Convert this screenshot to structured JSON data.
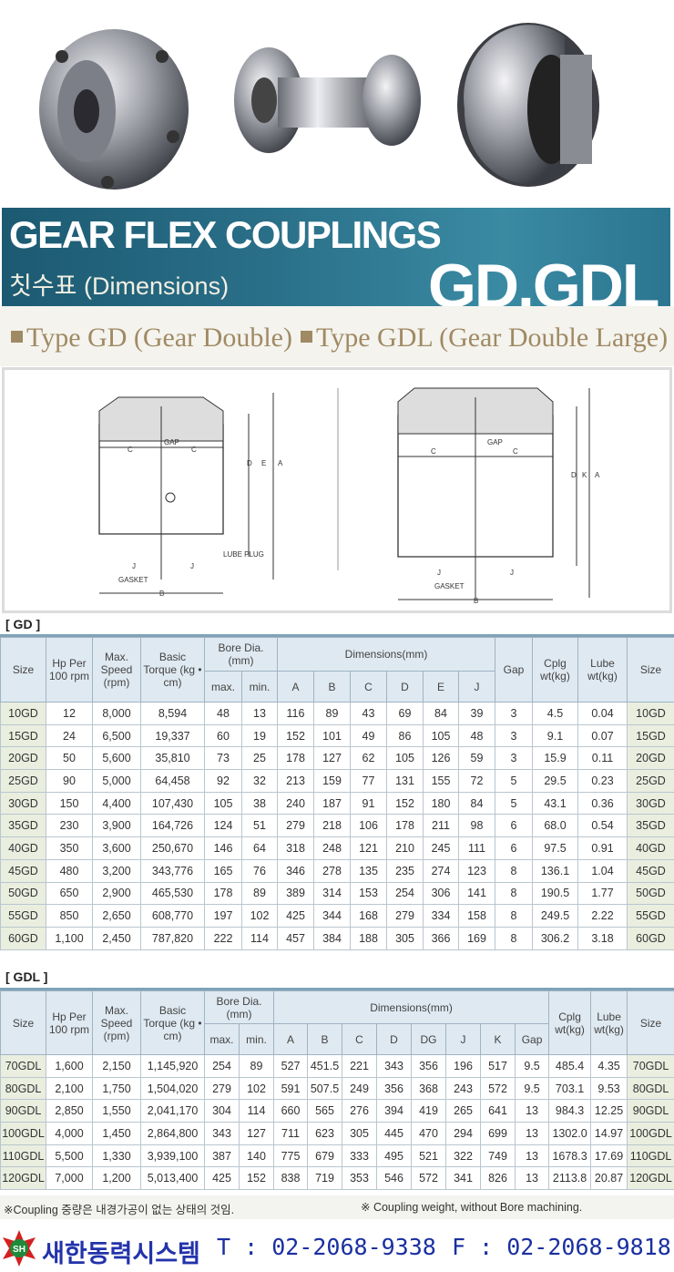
{
  "banner": {
    "title": "GEAR FLEX COUPLINGS",
    "subtitle": "칫수표 (Dimensions)",
    "model": "GD.GDL"
  },
  "types": [
    {
      "label": "Type GD (Gear Double)"
    },
    {
      "label": "Type GDL (Gear Double Large)"
    }
  ],
  "drawings": {
    "gd": {
      "gap": "GAP",
      "c": "C",
      "d": "D",
      "e": "E",
      "a": "A",
      "j": "J",
      "b": "B",
      "gasket": "GASKET",
      "lube_plug": "LUBE PLUG"
    },
    "gdl": {
      "gap": "GAP",
      "c": "C",
      "d": "D",
      "k": "K",
      "a": "A",
      "j": "J",
      "b": "B",
      "gasket": "GASKET"
    }
  },
  "gd": {
    "label": "[ GD ]",
    "headers": {
      "size": "Size",
      "hp": "Hp Per 100 rpm",
      "speed": "Max. Speed (rpm)",
      "torque": "Basic Torque (kg • cm)",
      "bore": "Bore Dia. (mm)",
      "max": "max.",
      "min": "min.",
      "dims": "Dimensions(mm)",
      "cols": [
        "A",
        "B",
        "C",
        "D",
        "E",
        "J"
      ],
      "gap": "Gap",
      "cplg": "Cplg wt(kg)",
      "lube": "Lube wt(kg)",
      "size2": "Size"
    },
    "rows": [
      [
        "10GD",
        "12",
        "8,000",
        "8,594",
        "48",
        "13",
        "116",
        "89",
        "43",
        "69",
        "84",
        "39",
        "3",
        "4.5",
        "0.04",
        "10GD"
      ],
      [
        "15GD",
        "24",
        "6,500",
        "19,337",
        "60",
        "19",
        "152",
        "101",
        "49",
        "86",
        "105",
        "48",
        "3",
        "9.1",
        "0.07",
        "15GD"
      ],
      [
        "20GD",
        "50",
        "5,600",
        "35,810",
        "73",
        "25",
        "178",
        "127",
        "62",
        "105",
        "126",
        "59",
        "3",
        "15.9",
        "0.11",
        "20GD"
      ],
      [
        "25GD",
        "90",
        "5,000",
        "64,458",
        "92",
        "32",
        "213",
        "159",
        "77",
        "131",
        "155",
        "72",
        "5",
        "29.5",
        "0.23",
        "25GD"
      ],
      [
        "30GD",
        "150",
        "4,400",
        "107,430",
        "105",
        "38",
        "240",
        "187",
        "91",
        "152",
        "180",
        "84",
        "5",
        "43.1",
        "0.36",
        "30GD"
      ],
      [
        "35GD",
        "230",
        "3,900",
        "164,726",
        "124",
        "51",
        "279",
        "218",
        "106",
        "178",
        "211",
        "98",
        "6",
        "68.0",
        "0.54",
        "35GD"
      ],
      [
        "40GD",
        "350",
        "3,600",
        "250,670",
        "146",
        "64",
        "318",
        "248",
        "121",
        "210",
        "245",
        "111",
        "6",
        "97.5",
        "0.91",
        "40GD"
      ],
      [
        "45GD",
        "480",
        "3,200",
        "343,776",
        "165",
        "76",
        "346",
        "278",
        "135",
        "235",
        "274",
        "123",
        "8",
        "136.1",
        "1.04",
        "45GD"
      ],
      [
        "50GD",
        "650",
        "2,900",
        "465,530",
        "178",
        "89",
        "389",
        "314",
        "153",
        "254",
        "306",
        "141",
        "8",
        "190.5",
        "1.77",
        "50GD"
      ],
      [
        "55GD",
        "850",
        "2,650",
        "608,770",
        "197",
        "102",
        "425",
        "344",
        "168",
        "279",
        "334",
        "158",
        "8",
        "249.5",
        "2.22",
        "55GD"
      ],
      [
        "60GD",
        "1,100",
        "2,450",
        "787,820",
        "222",
        "114",
        "457",
        "384",
        "188",
        "305",
        "366",
        "169",
        "8",
        "306.2",
        "3.18",
        "60GD"
      ]
    ]
  },
  "gdl": {
    "label": "[ GDL ]",
    "headers": {
      "size": "Size",
      "hp": "Hp Per 100 rpm",
      "speed": "Max. Speed (rpm)",
      "torque": "Basic Torque (kg • cm)",
      "bore": "Bore Dia. (mm)",
      "max": "max.",
      "min": "min.",
      "dims": "Dimensions(mm)",
      "cols": [
        "A",
        "B",
        "C",
        "D",
        "DG",
        "J",
        "K",
        "Gap"
      ],
      "cplg": "Cplg wt(kg)",
      "lube": "Lube wt(kg)",
      "size2": "Size"
    },
    "rows": [
      [
        "70GDL",
        "1,600",
        "2,150",
        "1,145,920",
        "254",
        "89",
        "527",
        "451.5",
        "221",
        "343",
        "356",
        "196",
        "517",
        "9.5",
        "485.4",
        "4.35",
        "70GDL"
      ],
      [
        "80GDL",
        "2,100",
        "1,750",
        "1,504,020",
        "279",
        "102",
        "591",
        "507.5",
        "249",
        "356",
        "368",
        "243",
        "572",
        "9.5",
        "703.1",
        "9.53",
        "80GDL"
      ],
      [
        "90GDL",
        "2,850",
        "1,550",
        "2,041,170",
        "304",
        "114",
        "660",
        "565",
        "276",
        "394",
        "419",
        "265",
        "641",
        "13",
        "984.3",
        "12.25",
        "90GDL"
      ],
      [
        "100GDL",
        "4,000",
        "1,450",
        "2,864,800",
        "343",
        "127",
        "711",
        "623",
        "305",
        "445",
        "470",
        "294",
        "699",
        "13",
        "1302.0",
        "14.97",
        "100GDL"
      ],
      [
        "110GDL",
        "5,500",
        "1,330",
        "3,939,100",
        "387",
        "140",
        "775",
        "679",
        "333",
        "495",
        "521",
        "322",
        "749",
        "13",
        "1678.3",
        "17.69",
        "110GDL"
      ],
      [
        "120GDL",
        "7,000",
        "1,200",
        "5,013,400",
        "425",
        "152",
        "838",
        "719",
        "353",
        "546",
        "572",
        "341",
        "826",
        "13",
        "2113.8",
        "20.87",
        "120GDL"
      ]
    ]
  },
  "notes": {
    "ko": "※Coupling 중량은 내경가공이 없는 상태의 것임.",
    "en": "※ Coupling weight, without Bore machining."
  },
  "footer": {
    "logo_text": "SH",
    "company": "새한동력시스템",
    "phone": "T : 02-2068-9338",
    "fax": "F : 02-2068-9818"
  },
  "colors": {
    "banner": "#1c5a72",
    "type_text": "#a08a63",
    "header_bg": "#dfe9f1",
    "size_bg": "#e9eedf",
    "footer_text": "#1a2fa0",
    "logo_red": "#d42020",
    "logo_green": "#1e8a3a"
  }
}
